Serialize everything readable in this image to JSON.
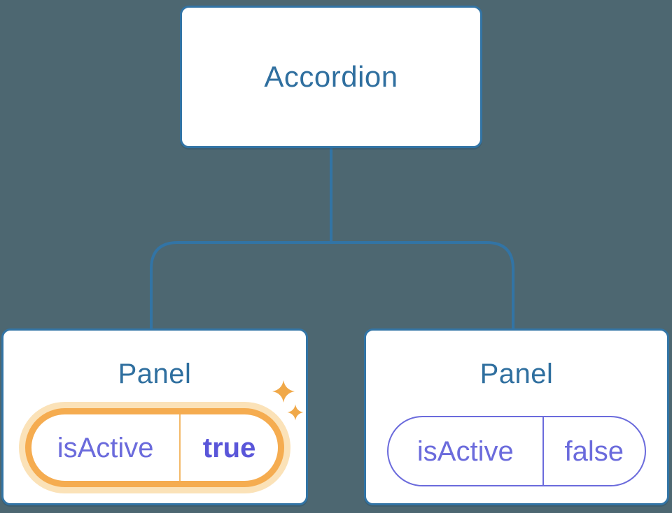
{
  "tree": {
    "root": {
      "label": "Accordion"
    },
    "children": [
      {
        "label": "Panel",
        "state_key": "isActive",
        "state_value": "true",
        "highlighted": true,
        "has_sparkles": true
      },
      {
        "label": "Panel",
        "state_key": "isActive",
        "state_value": "false",
        "highlighted": false,
        "has_sparkles": false
      }
    ]
  },
  "icons": {
    "sparkle": "sparkle-icon"
  },
  "colors": {
    "background": "#4D6771",
    "node_fill": "#FFFFFF",
    "node_border": "#3274A5",
    "connector_line": "#3274A5",
    "node_label_text": "#2F6F9F",
    "state_text_purple": "#6B6BDC",
    "state_value_active_purple": "#5A56D9",
    "highlight_ring_orange": "#F5AC50",
    "highlight_glow_peach": "#FBE2B8",
    "sparkle_orange": "#F0A848"
  }
}
